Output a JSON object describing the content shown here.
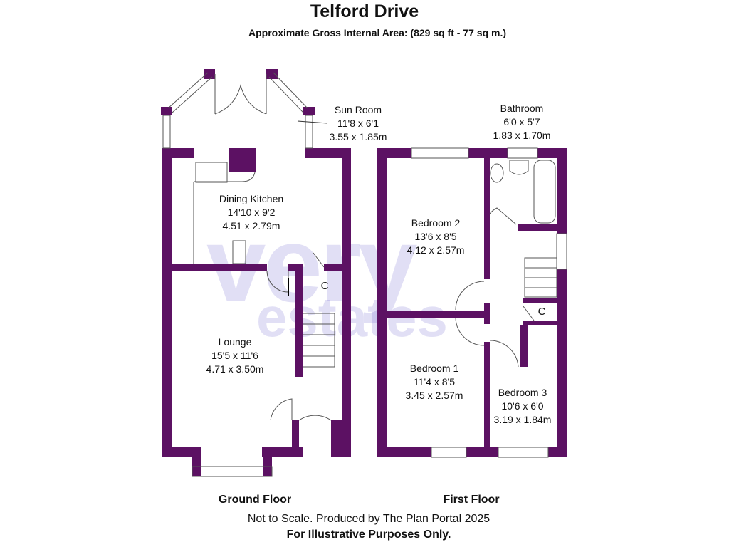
{
  "title": "Telford Drive",
  "subtitle": "Approximate Gross Internal Area: (829 sq ft - 77 sq m.)",
  "colors": {
    "wall": "#5c1163",
    "watermark": "#c9c6ee"
  },
  "watermark": {
    "line1": "very",
    "line2": "estates"
  },
  "ground_floor": {
    "label": "Ground Floor",
    "rooms": [
      {
        "name": "Sun Room",
        "imperial": "11'8 x 6'1",
        "metric": "3.55 x 1.85m"
      },
      {
        "name": "Dining Kitchen",
        "imperial": "14'10 x 9'2",
        "metric": "4.51 x 2.79m"
      },
      {
        "name": "Lounge",
        "imperial": "15'5 x 11'6",
        "metric": "4.71 x 3.50m"
      },
      {
        "name": "C"
      }
    ]
  },
  "first_floor": {
    "label": "First Floor",
    "rooms": [
      {
        "name": "Bathroom",
        "imperial": "6'0 x 5'7",
        "metric": "1.83 x 1.70m"
      },
      {
        "name": "Bedroom 2",
        "imperial": "13'6 x 8'5",
        "metric": "4.12 x 2.57m"
      },
      {
        "name": "Bedroom 1",
        "imperial": "11'4 x 8'5",
        "metric": "3.45 x 2.57m"
      },
      {
        "name": "Bedroom 3",
        "imperial": "10'6 x 6'0",
        "metric": "3.19 x 1.84m"
      },
      {
        "name": "C"
      }
    ]
  },
  "footer": {
    "line1": "Not to Scale. Produced by The Plan Portal 2025",
    "line2": "For Illustrative Purposes Only."
  }
}
